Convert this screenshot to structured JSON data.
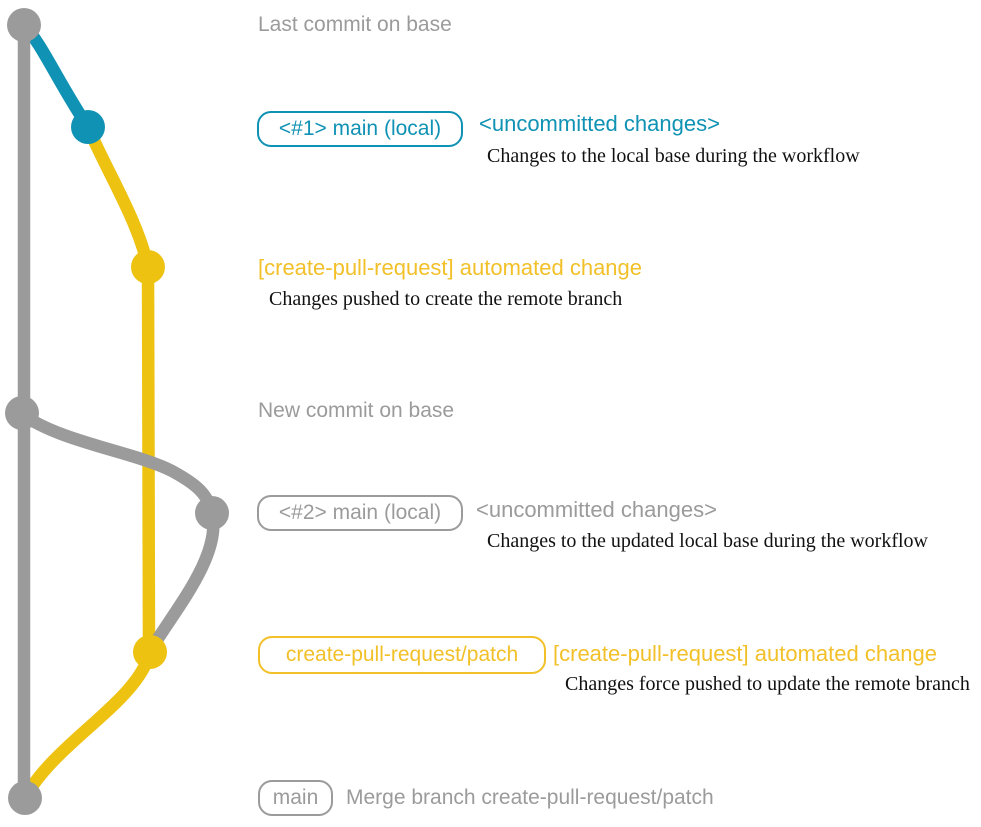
{
  "colors": {
    "background": "#ffffff",
    "gray": "#9b9b9b",
    "teal": "#1092b4",
    "yellow_graph": "#edc211",
    "yellow_ui": "#f2c028",
    "note_text": "#111111"
  },
  "labels": {
    "last_commit_on_base": "Last commit on base",
    "branch1_tag": "<#1> main (local)",
    "branch1_status": "<uncommitted changes>",
    "branch1_note": "Changes to the local base during the workflow",
    "commit1_message": "[create-pull-request] automated change",
    "commit1_note": "Changes pushed to create the remote branch",
    "new_commit_on_base": "New commit on base",
    "branch2_tag": "<#2> main (local)",
    "branch2_status": "<uncommitted changes>",
    "branch2_note": "Changes to the updated local base during the workflow",
    "patch_branch_tag": "create-pull-request/patch",
    "commit2_message": "[create-pull-request] automated change",
    "commit2_note": "Changes force pushed to update the remote branch",
    "main_tag": "main",
    "merge_commit_message": "Merge branch create-pull-request/patch"
  },
  "graph": {
    "branches": [
      "base (gray)",
      "local main changes (teal)",
      "create-pull-request/patch (yellow)"
    ],
    "commits": [
      {
        "name": "last-commit-on-base",
        "color": "gray"
      },
      {
        "name": "uncommitted-changes-1",
        "color": "teal"
      },
      {
        "name": "automated-change-1",
        "color": "yellow"
      },
      {
        "name": "new-commit-on-base",
        "color": "gray"
      },
      {
        "name": "uncommitted-changes-2",
        "color": "gray"
      },
      {
        "name": "automated-change-2-force-push",
        "color": "yellow"
      },
      {
        "name": "merge-commit",
        "color": "gray"
      }
    ]
  }
}
